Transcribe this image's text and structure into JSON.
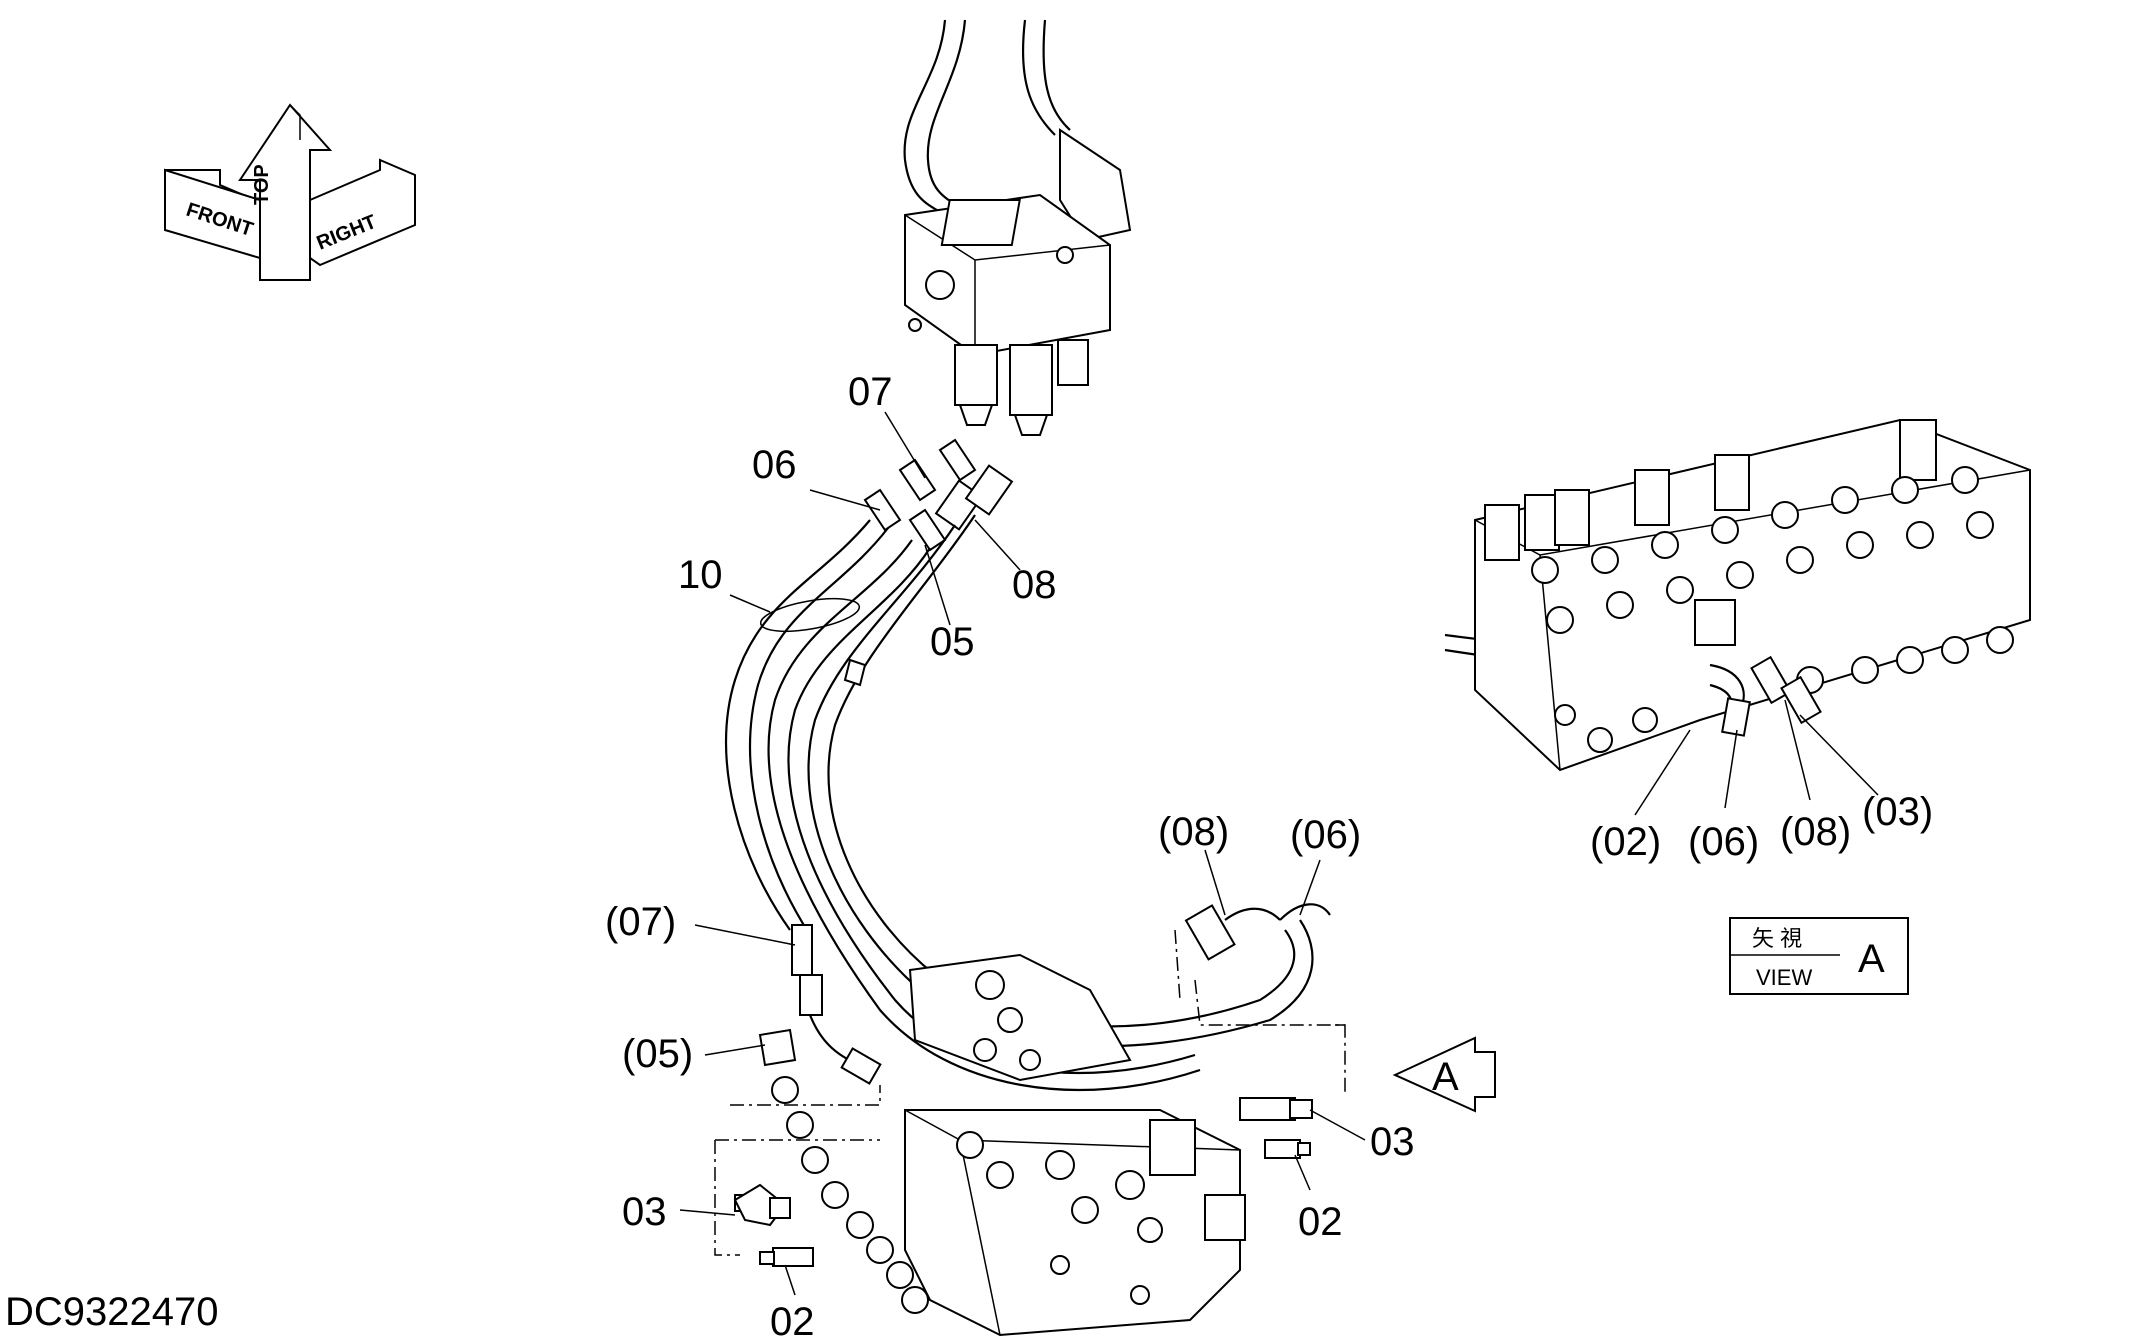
{
  "drawing_id": "DC9322470",
  "compass": {
    "front": "FRONT",
    "top": "TOP",
    "right": "RIGHT"
  },
  "view_box": {
    "kanji": "矢 視",
    "view": "VIEW",
    "letter": "A"
  },
  "view_arrow_letter": "A",
  "callouts": {
    "c07": "07",
    "c06": "06",
    "c10": "10",
    "c05": "05",
    "c08": "08",
    "p07": "(07)",
    "p05": "(05)",
    "p08_main": "(08)",
    "p06_main": "(06)",
    "c03_left": "03",
    "c02_left": "02",
    "c03_right": "03",
    "c02_right": "02",
    "p02_view": "(02)",
    "p06_view": "(06)",
    "p08_view": "(08)",
    "p03_view": "(03)"
  }
}
